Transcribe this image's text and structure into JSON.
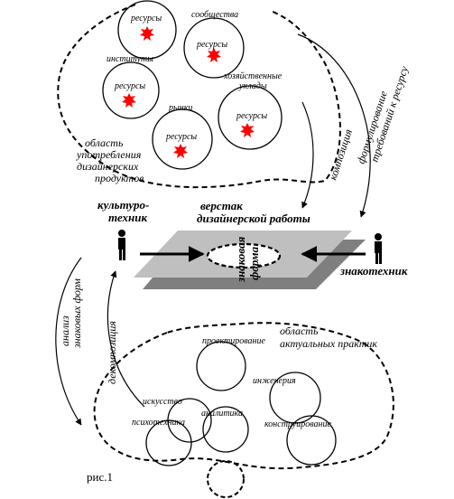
{
  "top_region": {
    "area_label": [
      "область",
      "употребления",
      "дизайнерских",
      "продуктов"
    ],
    "resource_label": "ресурсы",
    "groups": [
      "сообщества",
      "институты",
      "хозяйственные",
      "уклады",
      "рынки"
    ]
  },
  "arrows": {
    "composition": "композиция",
    "formulation": [
      "формулирование",
      "требований к ресурсу"
    ],
    "analysis": [
      "анализ",
      "знаковых форм"
    ],
    "decomposition": "декомпозиция"
  },
  "center": {
    "workbench": [
      "верстак",
      "дизайнерской работы"
    ],
    "culture_technician": [
      "культуро-",
      "техник"
    ],
    "sign_technician": "знакотехник",
    "sign_form": [
      "знаковая",
      "форма"
    ]
  },
  "bottom_region": {
    "area_label": [
      "область",
      "актуальных практик"
    ],
    "practices": [
      "проектирование",
      "инженерия",
      "искусство",
      "аналитика",
      "психотехника",
      "конструирование"
    ]
  },
  "caption": "рис.1"
}
